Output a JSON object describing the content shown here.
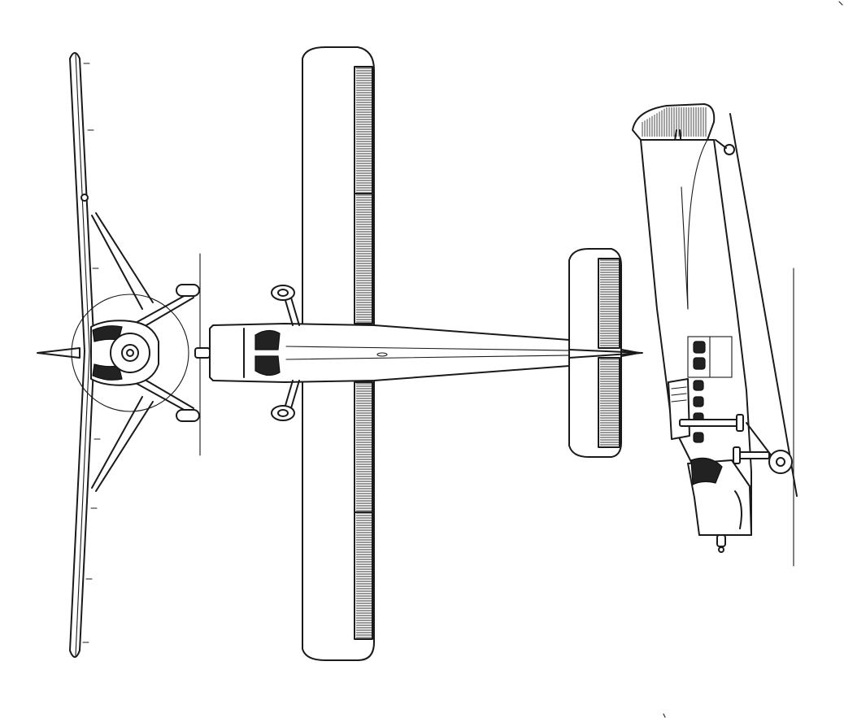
{
  "views": [
    {
      "id": "front",
      "icon": "aircraft-front-view-icon"
    },
    {
      "id": "top",
      "icon": "aircraft-top-view-icon"
    },
    {
      "id": "side",
      "icon": "aircraft-side-view-icon"
    }
  ],
  "colors": {
    "ink": "#1a1a1a",
    "paper": "#ffffff",
    "hatch": "#333333"
  },
  "components": {
    "front": [
      "wing",
      "propeller-disc",
      "engine-cowling",
      "wing-struts",
      "main-wheels",
      "tailplane"
    ],
    "top": [
      "wing",
      "ailerons",
      "flaps",
      "fuselage",
      "horizontal-stabilizer",
      "elevator",
      "main-wheels"
    ],
    "side": [
      "fin",
      "rudder",
      "fuselage",
      "cabin-windows",
      "door",
      "wing-strut",
      "main-wheel",
      "engine-cowling",
      "tail-wheel"
    ]
  }
}
